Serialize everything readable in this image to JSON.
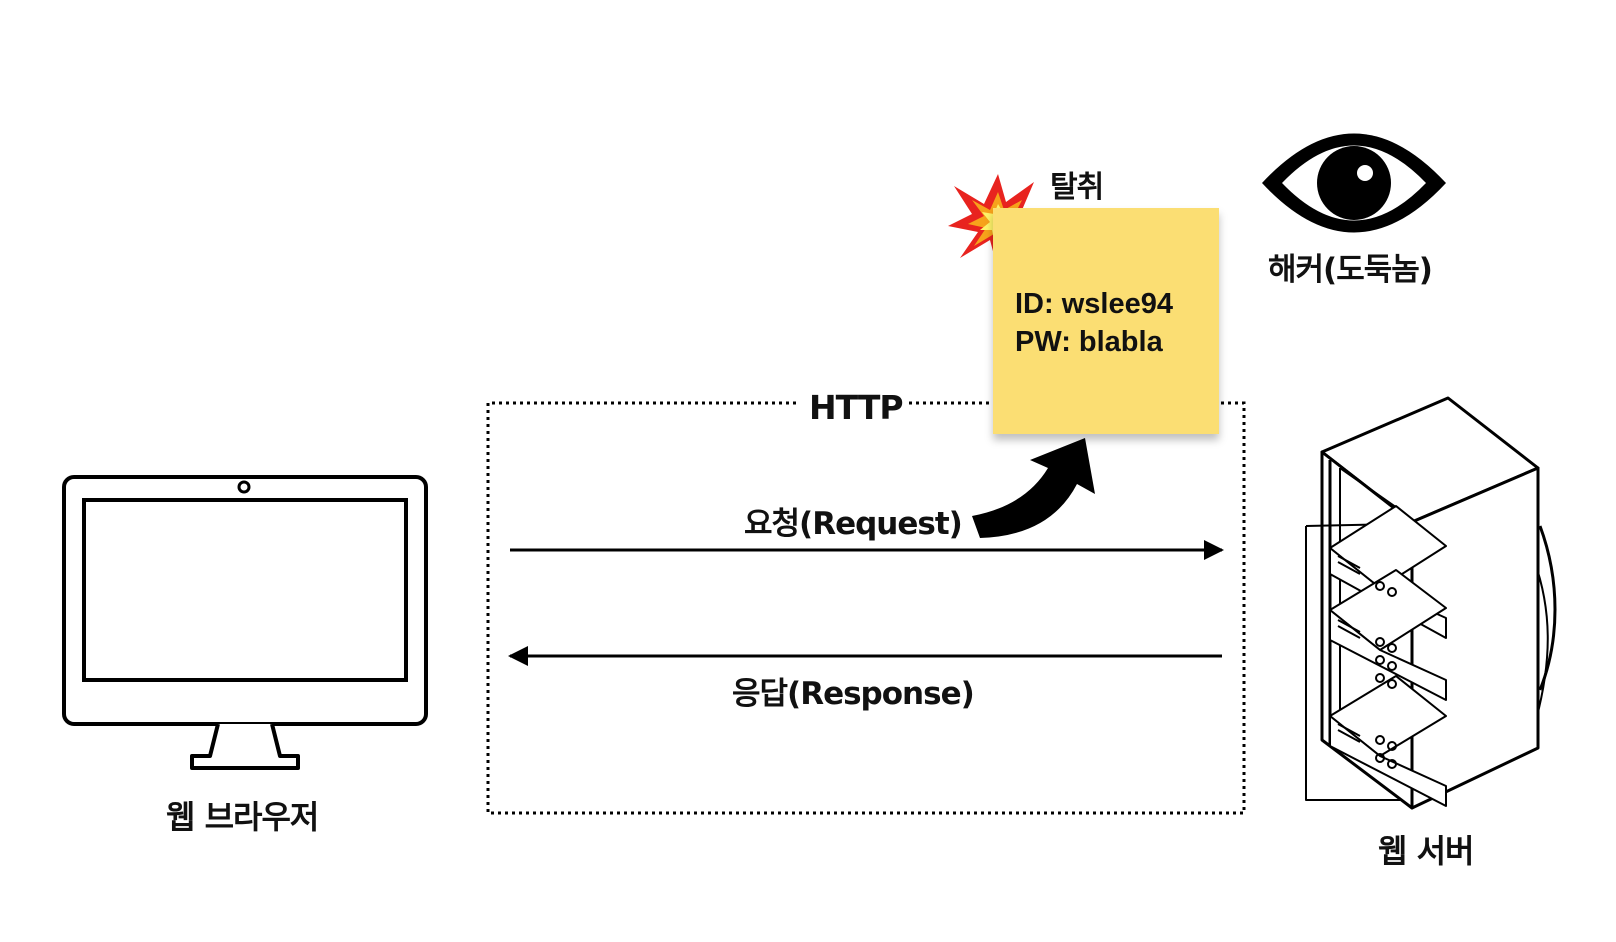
{
  "browser": {
    "label": "웹 브라우저"
  },
  "server": {
    "label": "웹 서버"
  },
  "hacker": {
    "label": "해커(도둑놈)",
    "icon": "eye-icon"
  },
  "protocol": {
    "label": "HTTP"
  },
  "request": {
    "label": "요청(Request)"
  },
  "response": {
    "label": "응답(Response)"
  },
  "theft": {
    "label": "탈취",
    "icon": "explosion-icon"
  },
  "stolen_note": {
    "id_line": "ID: wslee94",
    "pw_line": "PW: blabla",
    "color": "#fbde73"
  }
}
